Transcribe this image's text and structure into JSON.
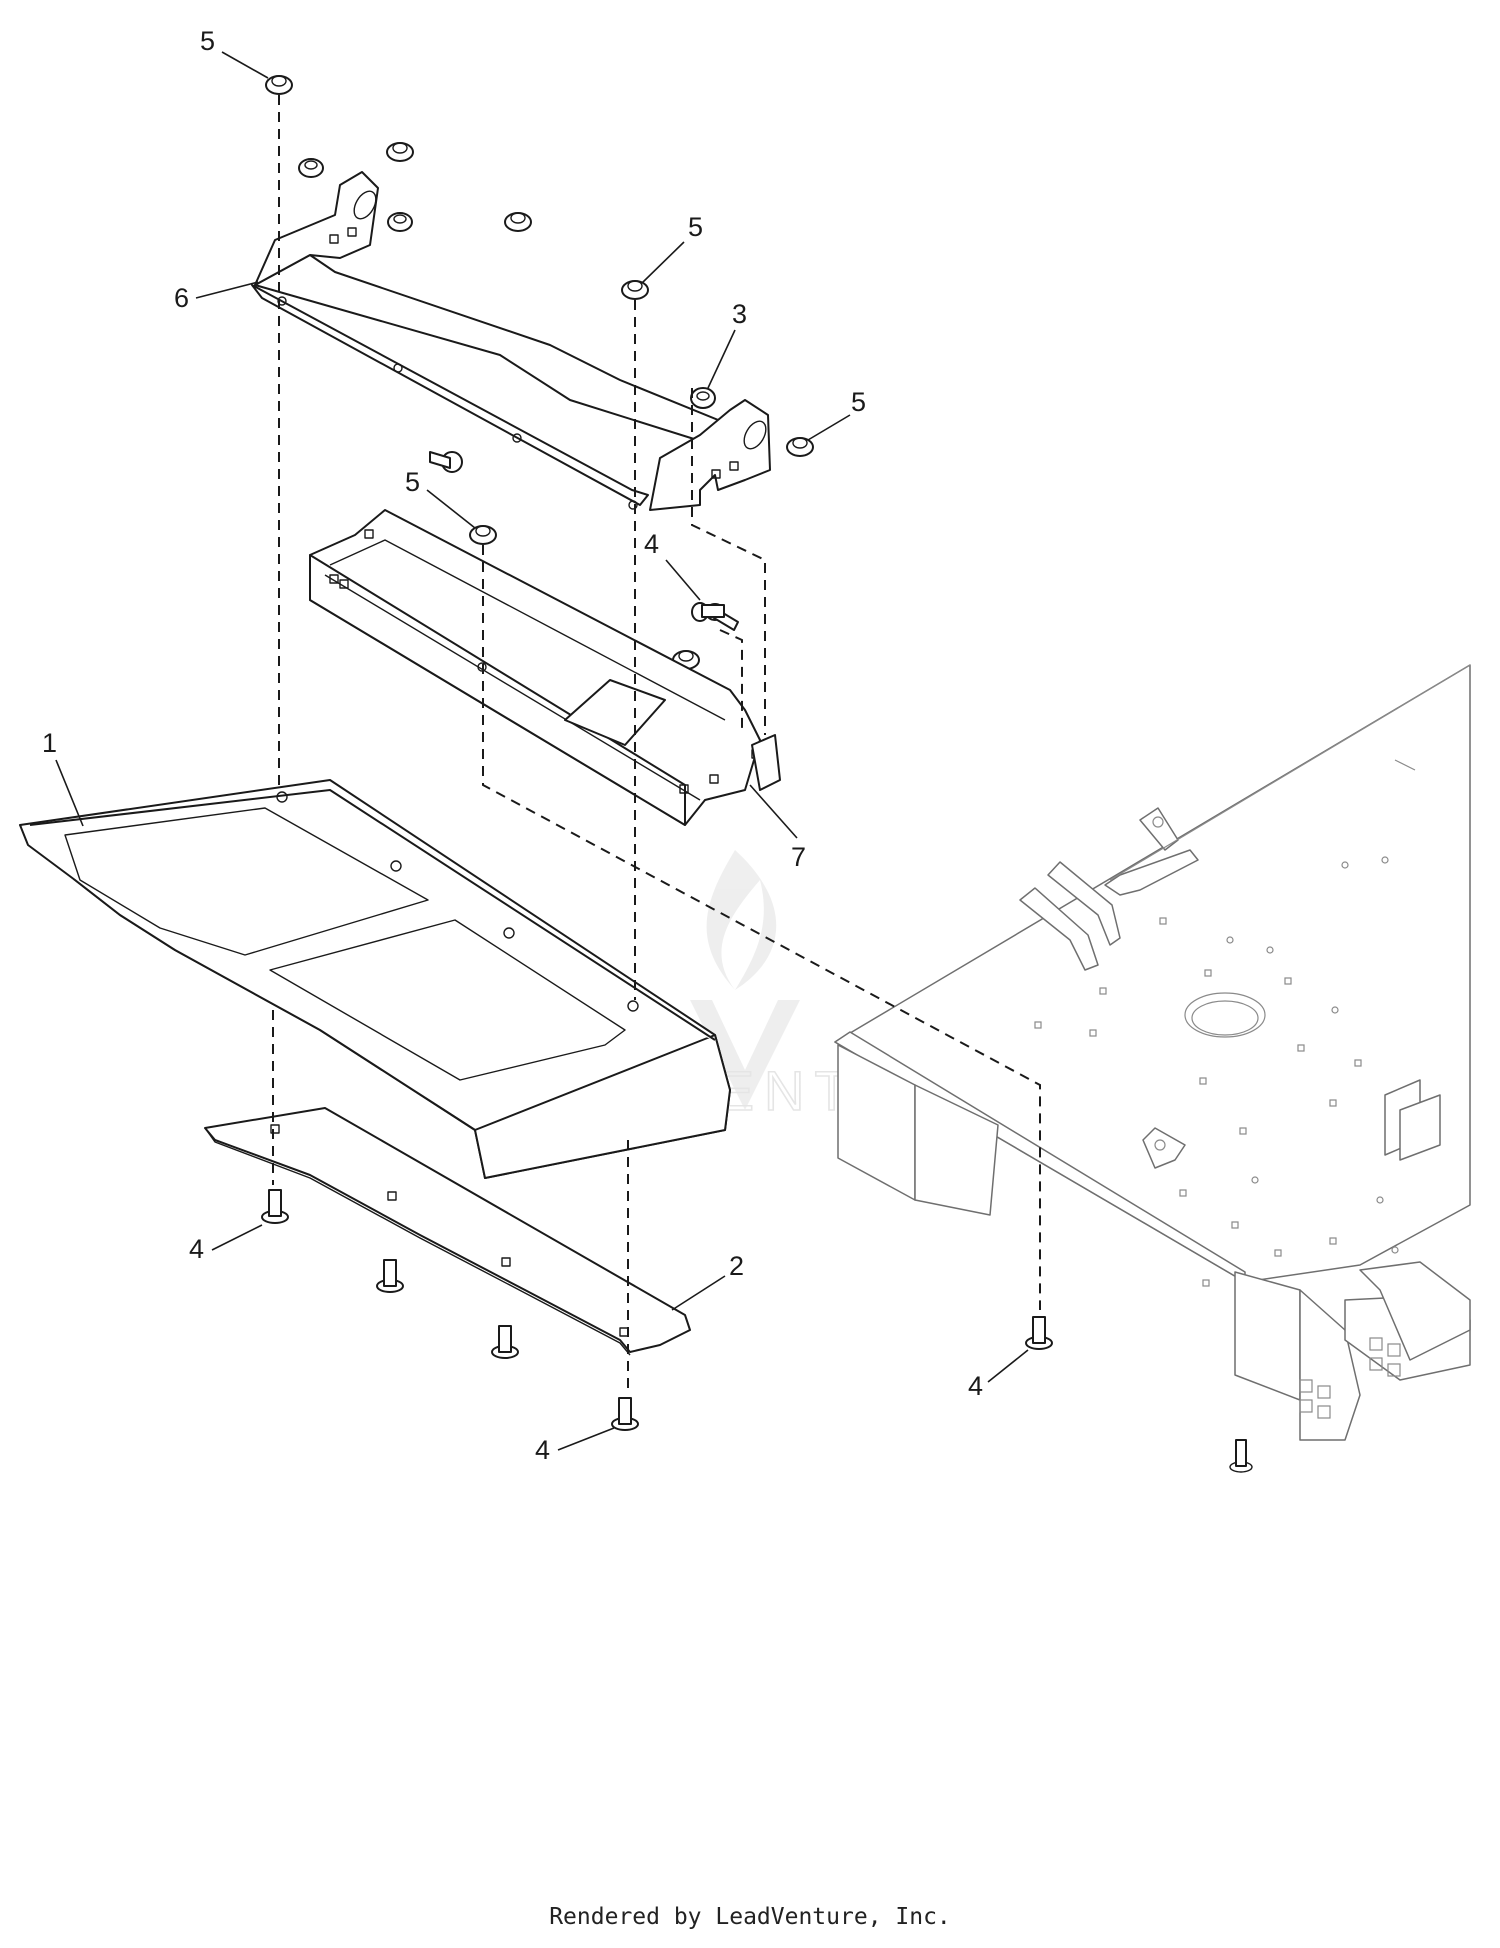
{
  "diagram": {
    "callouts": [
      {
        "id": "c-5-top",
        "label": "5"
      },
      {
        "id": "c-6",
        "label": "6"
      },
      {
        "id": "c-5-mid",
        "label": "5"
      },
      {
        "id": "c-3",
        "label": "3"
      },
      {
        "id": "c-5-right",
        "label": "5"
      },
      {
        "id": "c-5-tray",
        "label": "5"
      },
      {
        "id": "c-4-tray",
        "label": "4"
      },
      {
        "id": "c-1",
        "label": "1"
      },
      {
        "id": "c-7",
        "label": "7"
      },
      {
        "id": "c-2",
        "label": "2"
      },
      {
        "id": "c-4-left",
        "label": "4"
      },
      {
        "id": "c-4-bottom",
        "label": "4"
      },
      {
        "id": "c-4-frame",
        "label": "4"
      }
    ],
    "watermark": "LEADVENTURE"
  },
  "footer": {
    "credit": "Rendered by LeadVenture, Inc."
  }
}
